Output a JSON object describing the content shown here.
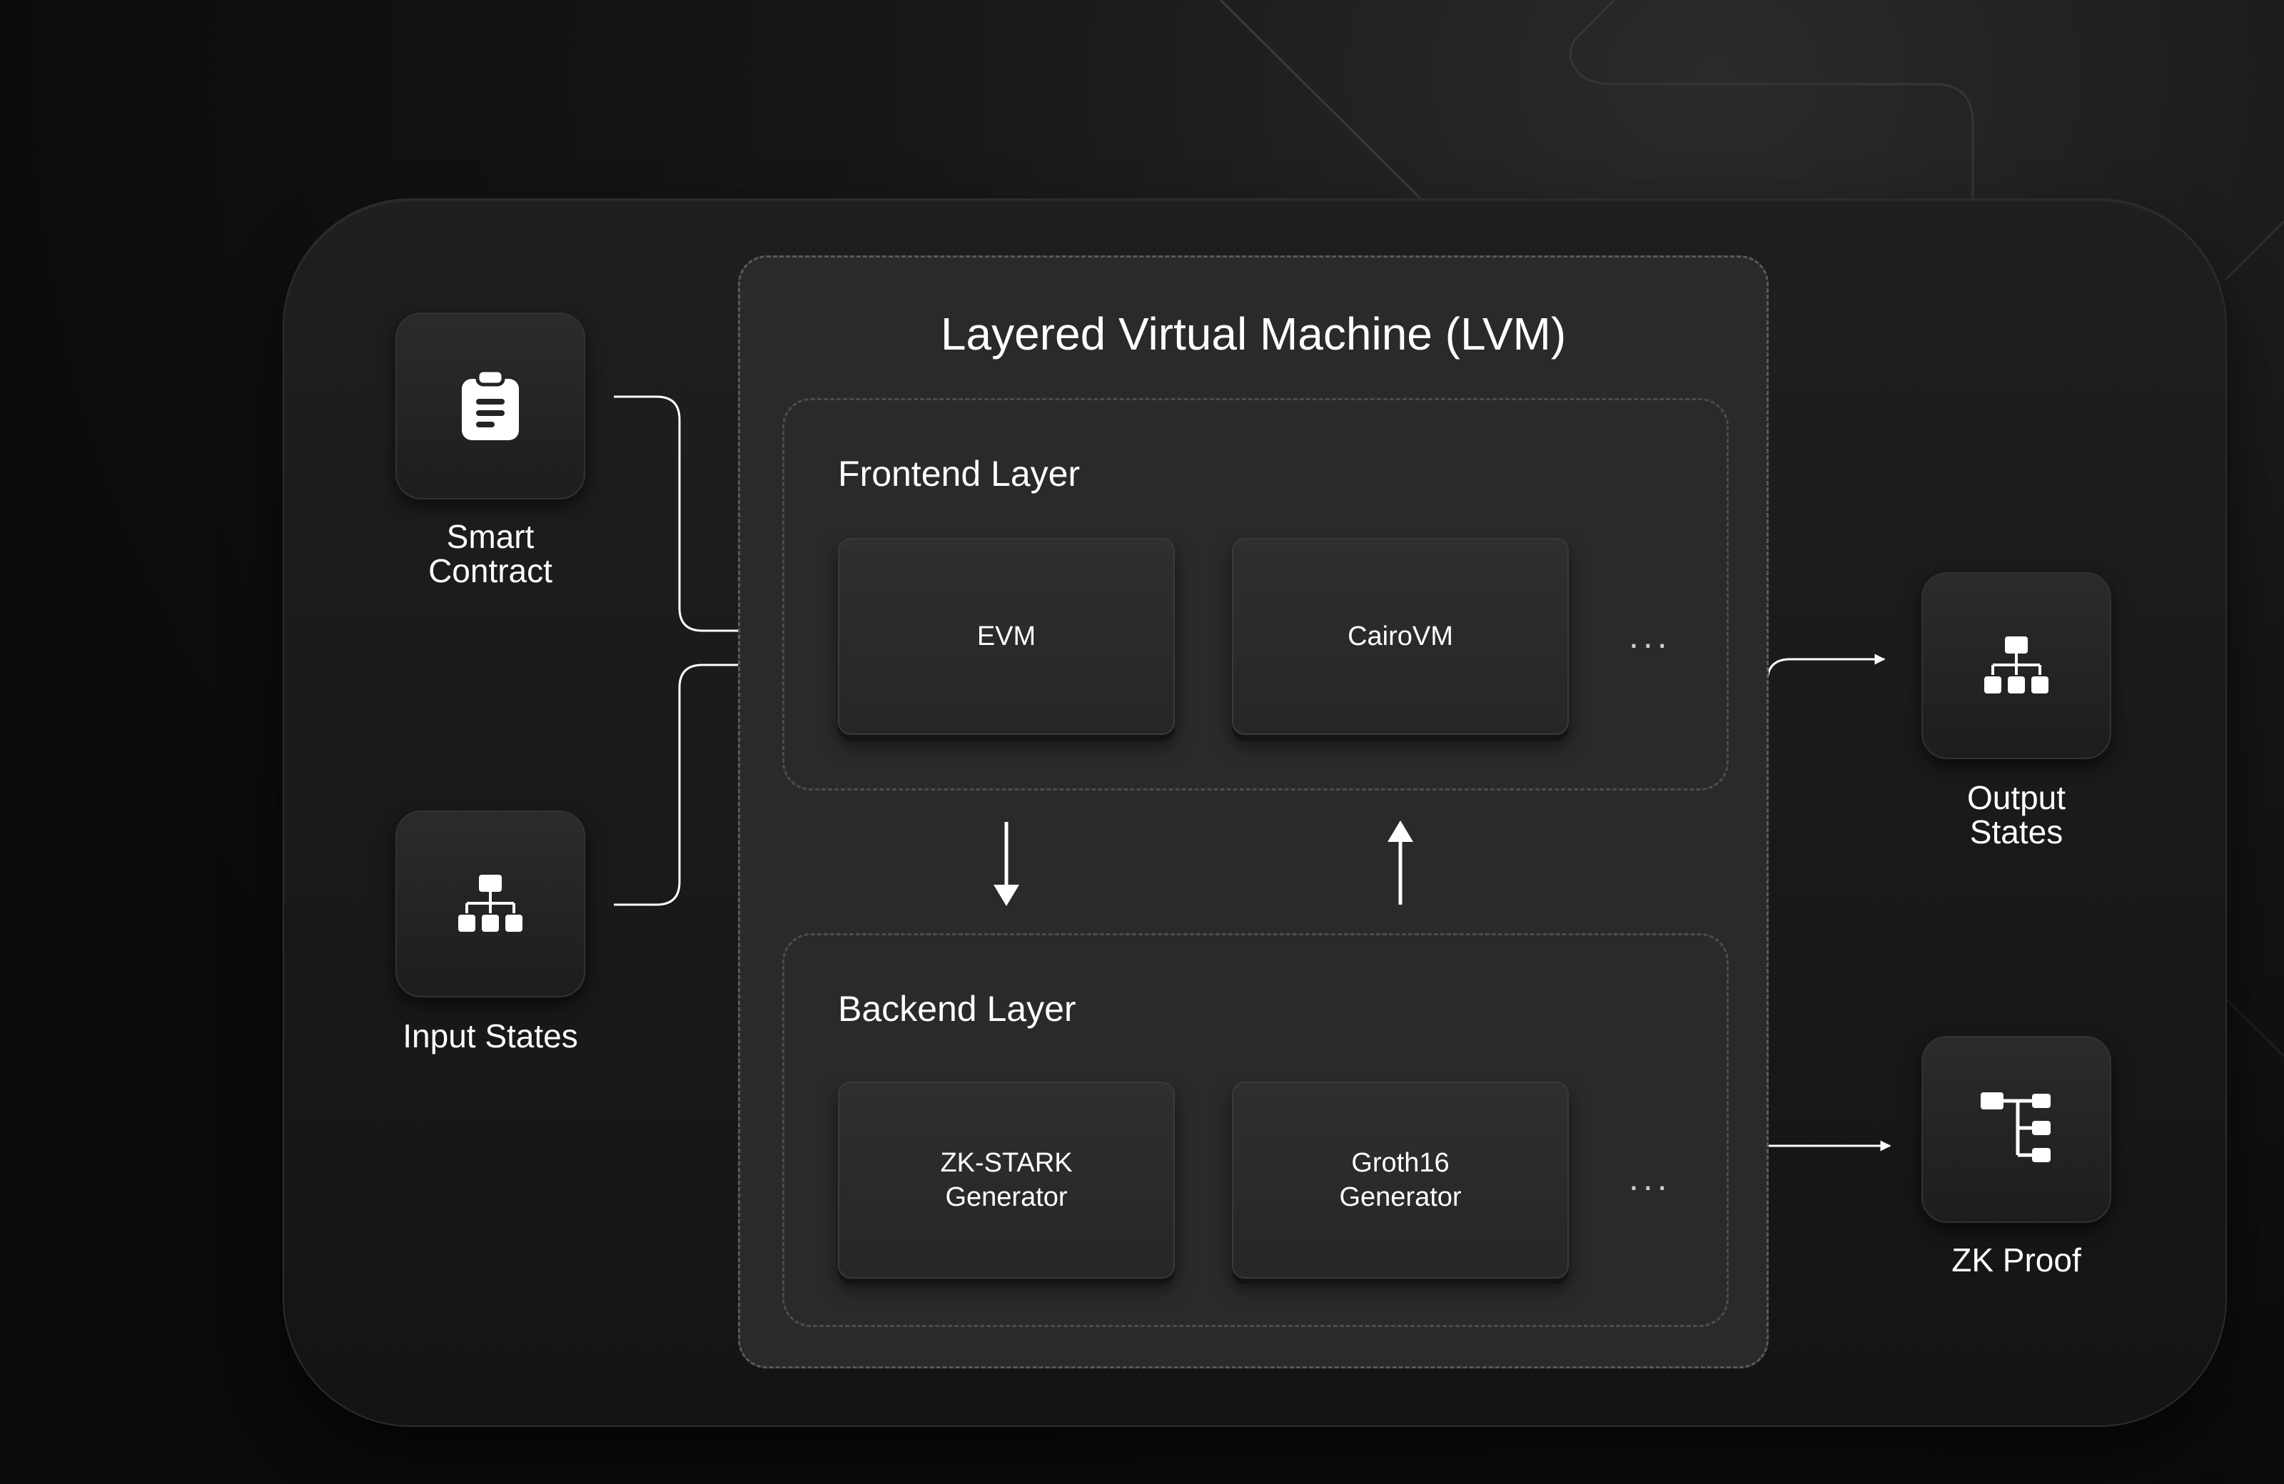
{
  "diagram": {
    "title": "Layered Virtual Machine (LVM)",
    "inputs": [
      {
        "label_line1": "Smart",
        "label_line2": "Contract",
        "icon": "clipboard-icon"
      },
      {
        "label": "Input States",
        "icon": "hierarchy-icon"
      }
    ],
    "frontend": {
      "title": "Frontend Layer",
      "cards": [
        "EVM",
        "CairoVM"
      ],
      "more": "..."
    },
    "backend": {
      "title": "Backend Layer",
      "cards": [
        {
          "line1": "ZK-STARK",
          "line2": "Generator"
        },
        {
          "line1": "Groth16",
          "line2": "Generator"
        }
      ],
      "more": "..."
    },
    "outputs": [
      {
        "label_line1": "Output",
        "label_line2": "States",
        "icon": "hierarchy-icon"
      },
      {
        "label": "ZK Proof",
        "icon": "tree-structure-icon"
      }
    ]
  },
  "colors": {
    "background": "#0b0b0b",
    "panel": "#1a1a1a",
    "lvm_box": "#2a2a2a",
    "text": "#ffffff"
  }
}
